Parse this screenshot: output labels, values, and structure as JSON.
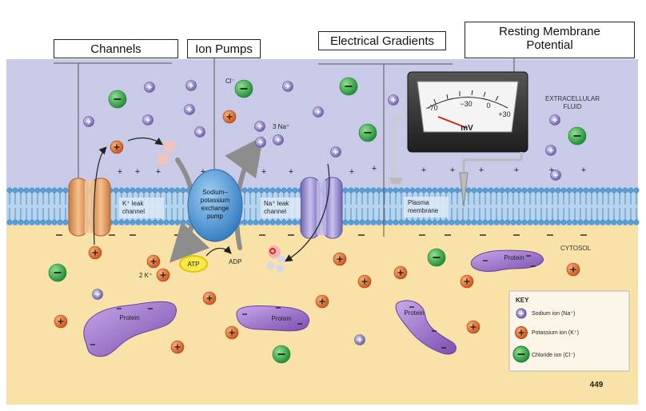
{
  "callouts": {
    "channels": "Channels",
    "ion_pumps": "Ion Pumps",
    "electrical_gradients": "Electrical Gradients",
    "resting_potential_line1": "Resting Membrane",
    "resting_potential_line2": "Potential"
  },
  "regions": {
    "extracellular_line1": "EXTRACELLULAR",
    "extracellular_line2": "FLUID",
    "cytosol": "CYTOSOL"
  },
  "structures": {
    "k_leak_line1": "K⁺ leak",
    "k_leak_line2": "channel",
    "pump_line1": "Sodium–",
    "pump_line2": "potassium",
    "pump_line3": "exchange",
    "pump_line4": "pump",
    "na_leak_line1": "Na⁺ leak",
    "na_leak_line2": "channel",
    "plasma_line1": "Plasma",
    "plasma_line2": "membrane",
    "atp": "ATP",
    "adp": "ADP",
    "three_na": "3 Na⁺",
    "two_k": "2 K⁺",
    "cl_top": "Cl⁻",
    "protein": "Protein"
  },
  "meter": {
    "unit": "mV",
    "ticks": [
      "−70",
      "−30",
      "0",
      "+30"
    ]
  },
  "key": {
    "title": "KEY",
    "sodium": "Sodium ion (Na⁺)",
    "potassium": "Potassium ion (K⁺)",
    "chloride": "Chloride ion (Cl⁻)"
  },
  "page_number": "449",
  "colors": {
    "extracellular": "#c9c9e8",
    "cytosol": "#f8e2a8",
    "membrane": "#4c8fc8",
    "sodium_ion": "#7f74b8",
    "potassium_ion": "#e06a2c",
    "chloride_ion": "#32a64a",
    "protein": "#9a6fc4",
    "pump": "#4a97d6",
    "k_channel": "#e9a56b",
    "na_channel": "#9a8fd0"
  }
}
